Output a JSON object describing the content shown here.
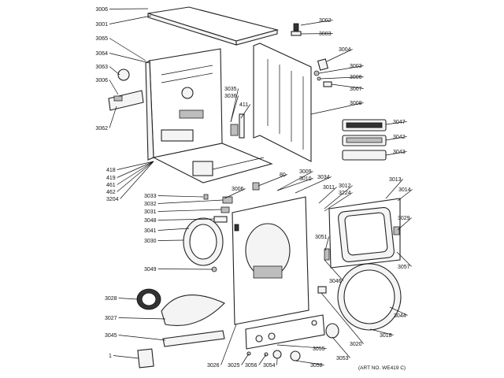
{
  "art_number": "(ART NO. WE419 C)",
  "callouts": [
    {
      "key": "c3006a",
      "text": "3006"
    },
    {
      "key": "c3001",
      "text": "3001"
    },
    {
      "key": "c3065",
      "text": "3065"
    },
    {
      "key": "c3064",
      "text": "3064"
    },
    {
      "key": "c3063",
      "text": "3063"
    },
    {
      "key": "c3006b",
      "text": "3006"
    },
    {
      "key": "c3062",
      "text": "3062"
    },
    {
      "key": "c3035",
      "text": "3035"
    },
    {
      "key": "c3036",
      "text": "3036"
    },
    {
      "key": "c411",
      "text": "411"
    },
    {
      "key": "c3002",
      "text": "3002"
    },
    {
      "key": "c3003a",
      "text": "3003"
    },
    {
      "key": "c3004",
      "text": "3004"
    },
    {
      "key": "c3003b",
      "text": "3003"
    },
    {
      "key": "c3006c",
      "text": "3006"
    },
    {
      "key": "c3007",
      "text": "3007"
    },
    {
      "key": "c3008",
      "text": "3008"
    },
    {
      "key": "c3047",
      "text": "3047"
    },
    {
      "key": "c3042",
      "text": "3042"
    },
    {
      "key": "c3043",
      "text": "3043"
    },
    {
      "key": "c418",
      "text": "418"
    },
    {
      "key": "c419",
      "text": "419"
    },
    {
      "key": "c461",
      "text": "461"
    },
    {
      "key": "c462",
      "text": "462"
    },
    {
      "key": "c3204",
      "text": "3204"
    },
    {
      "key": "c80",
      "text": "80"
    },
    {
      "key": "c3009",
      "text": "3009"
    },
    {
      "key": "c3010",
      "text": "3010"
    },
    {
      "key": "c3034",
      "text": "3034"
    },
    {
      "key": "c3011",
      "text": "3011"
    },
    {
      "key": "c3012",
      "text": "3012"
    },
    {
      "key": "c3224",
      "text": "3224"
    },
    {
      "key": "c3013",
      "text": "3013"
    },
    {
      "key": "c3014",
      "text": "3014"
    },
    {
      "key": "c3033",
      "text": "3033"
    },
    {
      "key": "c3006d",
      "text": "3006"
    },
    {
      "key": "c3032",
      "text": "3032"
    },
    {
      "key": "c3031",
      "text": "3031"
    },
    {
      "key": "c3048",
      "text": "3048"
    },
    {
      "key": "c3041",
      "text": "3041"
    },
    {
      "key": "c3030",
      "text": "3030"
    },
    {
      "key": "c3049",
      "text": "3049"
    },
    {
      "key": "c3051",
      "text": "3051"
    },
    {
      "key": "c3029",
      "text": "3029"
    },
    {
      "key": "c3057",
      "text": "3057"
    },
    {
      "key": "c3046",
      "text": "3046"
    },
    {
      "key": "c3028",
      "text": "3028"
    },
    {
      "key": "c3027",
      "text": "3027"
    },
    {
      "key": "c3044",
      "text": "3044"
    },
    {
      "key": "c3018",
      "text": "3018"
    },
    {
      "key": "c3045",
      "text": "3045"
    },
    {
      "key": "c3020",
      "text": "3020"
    },
    {
      "key": "c3055",
      "text": "3055"
    },
    {
      "key": "c3053",
      "text": "3053"
    },
    {
      "key": "c1",
      "text": "1"
    },
    {
      "key": "c3026",
      "text": "3026"
    },
    {
      "key": "c3025",
      "text": "3025"
    },
    {
      "key": "c3056",
      "text": "3056"
    },
    {
      "key": "c3054",
      "text": "3054"
    },
    {
      "key": "c3058",
      "text": "3058"
    }
  ]
}
